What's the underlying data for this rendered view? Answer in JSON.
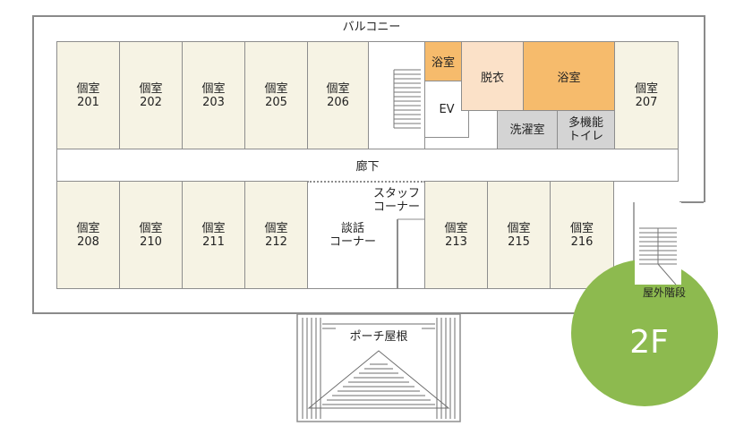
{
  "floor": "2F",
  "labels": {
    "balcony": "バルコニー",
    "corridor": "廊下",
    "ev": "EV",
    "bath_small": "浴室",
    "dressing": "脱衣",
    "bath_large": "浴室",
    "laundry": "洗濯室",
    "toilet": [
      "多機能",
      "トイレ"
    ],
    "staff": [
      "スタッフ",
      "コーナー"
    ],
    "lounge": [
      "談話",
      "コーナー"
    ],
    "outdoor_stairs": "屋外階段",
    "porch_roof": "ポーチ屋根"
  },
  "rooms_top": [
    {
      "name": "個室",
      "number": "201"
    },
    {
      "name": "個室",
      "number": "202"
    },
    {
      "name": "個室",
      "number": "203"
    },
    {
      "name": "個室",
      "number": "205"
    },
    {
      "name": "個室",
      "number": "206"
    },
    {
      "name": "個室",
      "number": "207"
    }
  ],
  "rooms_bottom": [
    {
      "name": "個室",
      "number": "208"
    },
    {
      "name": "個室",
      "number": "210"
    },
    {
      "name": "個室",
      "number": "211"
    },
    {
      "name": "個室",
      "number": "212"
    },
    {
      "name": "個室",
      "number": "213"
    },
    {
      "name": "個室",
      "number": "215"
    },
    {
      "name": "個室",
      "number": "216"
    }
  ],
  "colors": {
    "room_fill": "#f6f3e4",
    "bath_fill": "#f6bb6c",
    "dressing_fill": "#fbe1c8",
    "utility_fill": "#d4d4d4",
    "floor_badge": "#8dba4f"
  }
}
